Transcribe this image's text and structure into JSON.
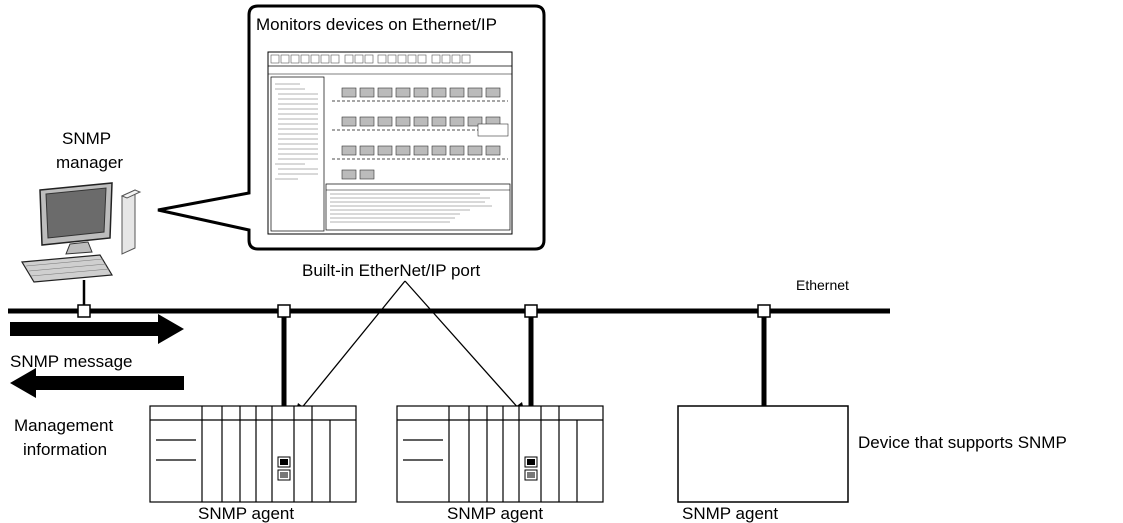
{
  "callout": {
    "title": "Monitors devices on Ethernet/IP"
  },
  "manager": {
    "label_line1": "SNMP",
    "label_line2": "manager"
  },
  "port_label": "Built-in EtherNet/IP port",
  "network_label": "Ethernet",
  "messages": {
    "snmp_message": "SNMP message",
    "management_info_line1": "Management",
    "management_info_line2": "information"
  },
  "agents": [
    {
      "label": "SNMP agent"
    },
    {
      "label": "SNMP agent"
    },
    {
      "label": "SNMP agent",
      "description": "Device that supports SNMP"
    }
  ]
}
